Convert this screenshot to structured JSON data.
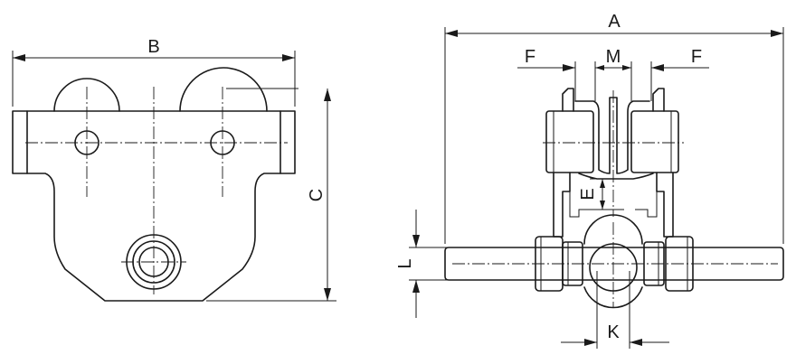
{
  "labels": {
    "A": "A",
    "B": "B",
    "C": "C",
    "E": "E",
    "F_left": "F",
    "F_right": "F",
    "K": "K",
    "L": "L",
    "M": "M"
  }
}
